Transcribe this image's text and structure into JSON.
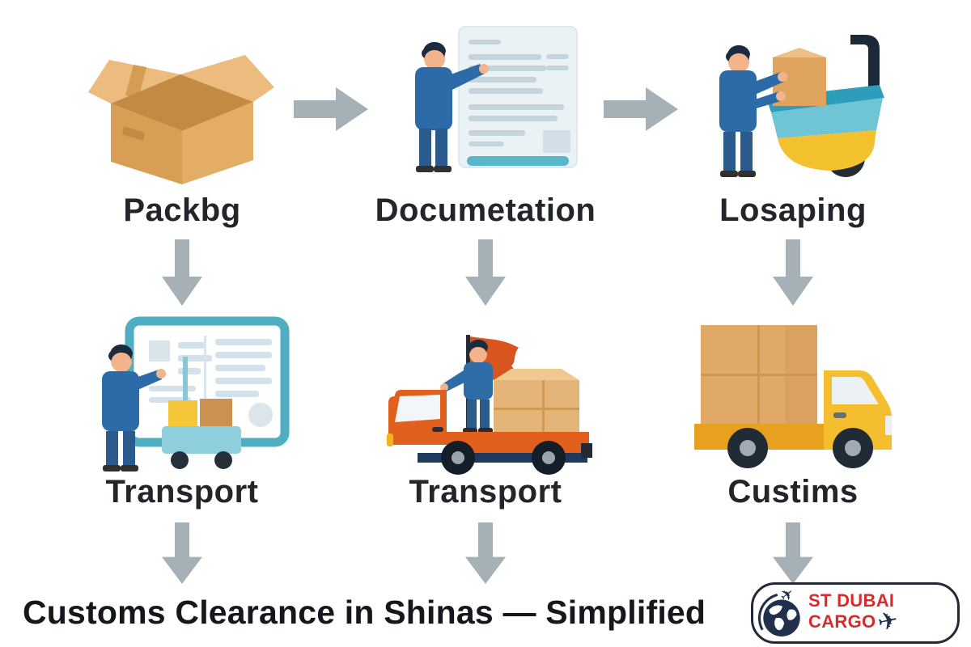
{
  "steps": [
    {
      "label": "Packbg",
      "icon": "cardboard-box-icon"
    },
    {
      "label": "Documetation",
      "icon": "person-document-icon"
    },
    {
      "label": "Losaping",
      "icon": "person-loading-cart-icon"
    },
    {
      "label": "Transport",
      "icon": "person-screen-trolley-icon"
    },
    {
      "label": "Transport",
      "icon": "flatbed-truck-driver-flag-icon"
    },
    {
      "label": "Custims",
      "icon": "box-truck-icon"
    }
  ],
  "footer": {
    "title": "Customs Clearance in Shinas — Simplified",
    "logo": {
      "line1": "ST DUBAI",
      "line2": "CARGO",
      "plane_glyph": "✈"
    }
  },
  "colors": {
    "arrow_gray": "#A6B0B7",
    "label_text": "#22262B",
    "title_text": "#14181D",
    "logo_red": "#D92B2B",
    "logo_navy": "#22304E",
    "box_tan": "#DFA45C",
    "person_shirt_blue": "#2C6BA7",
    "person_pants_blue": "#2B5B8D",
    "truck_orange": "#E2601D",
    "truck_yellow": "#F5BE2E",
    "cart_teal": "#6FC5D6",
    "cart_yellow": "#F4C12E",
    "doc_accent_teal": "#58B7C8",
    "flag_red": "#D9541E"
  }
}
